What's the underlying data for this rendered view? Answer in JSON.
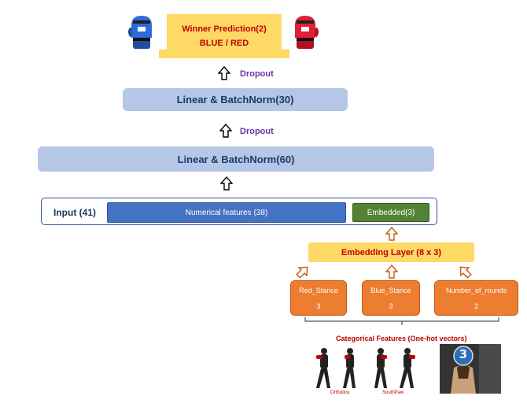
{
  "output": {
    "title": "Winner Prediction(2)",
    "subtitle": "BLUE / RED",
    "blue_glove_icon": "blue-boxing-glove",
    "red_glove_icon": "red-boxing-glove"
  },
  "dropouts": [
    "Dropout",
    "Dropout"
  ],
  "linear_layers": [
    "Linear & BatchNorm(30)",
    "Linear & BatchNorm(60)"
  ],
  "input": {
    "label": "Input (41)",
    "numerical": "Numerical features (38)",
    "embedded": "Embedded(3)"
  },
  "embedding_layer": "Embedding Layer (8 x 3)",
  "features": [
    {
      "name": "Red_Stance",
      "value": "3"
    },
    {
      "name": "Blue_Stance",
      "value": "3"
    },
    {
      "name": "Number_of_rounds",
      "value": "2"
    }
  ],
  "categorical": {
    "title": "Categorical Features (One-hot vectors)",
    "stance_labels": [
      "Orthodox",
      "SouthPaw"
    ],
    "round_card_number": "3"
  },
  "colors": {
    "linear_fill": "#b4c7e7",
    "winner_fill": "#ffd966",
    "numerical_fill": "#4472c4",
    "embedded_fill": "#548235",
    "feature_fill": "#ed7d31",
    "dropout_text": "#7030a0",
    "title_red": "#c00000"
  }
}
